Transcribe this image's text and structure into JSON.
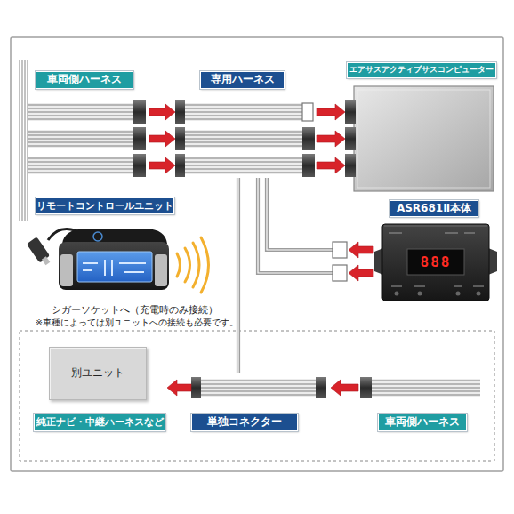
{
  "diagram": {
    "nodes": [
      {
        "text": [
          "車両側ハーネス"
        ]
      },
      {
        "text": [
          "専用ハーネス"
        ]
      },
      {
        "text": [
          "エアサスアクティブサスコンピューター"
        ]
      },
      {
        "text": [
          "リモートコントロールユニット"
        ]
      },
      {
        "text": [
          "ASR681Ⅱ本体",
          "888"
        ]
      },
      {
        "text": [
          "別ユニット",
          "純正ナビ・中継ハーネスなど"
        ]
      },
      {
        "text": [
          "単独コネクター"
        ]
      },
      {
        "text": [
          "車両側ハーネス"
        ]
      }
    ],
    "edges": [
      {
        "from": 0,
        "to": 1,
        "arrow": "to"
      },
      {
        "from": 1,
        "to": 2,
        "arrow": "to"
      },
      {
        "from": 4,
        "to": 1,
        "arrow": "to"
      },
      {
        "from": 1,
        "to": 6,
        "arrow": "none"
      },
      {
        "from": 7,
        "to": 6,
        "arrow": "to"
      },
      {
        "from": 6,
        "to": 5,
        "arrow": "to"
      }
    ],
    "labels": [
      "シガーソケットへ（充電時のみ接続）",
      "※車種によっては別ユニットへの接続も必要です。"
    ]
  }
}
